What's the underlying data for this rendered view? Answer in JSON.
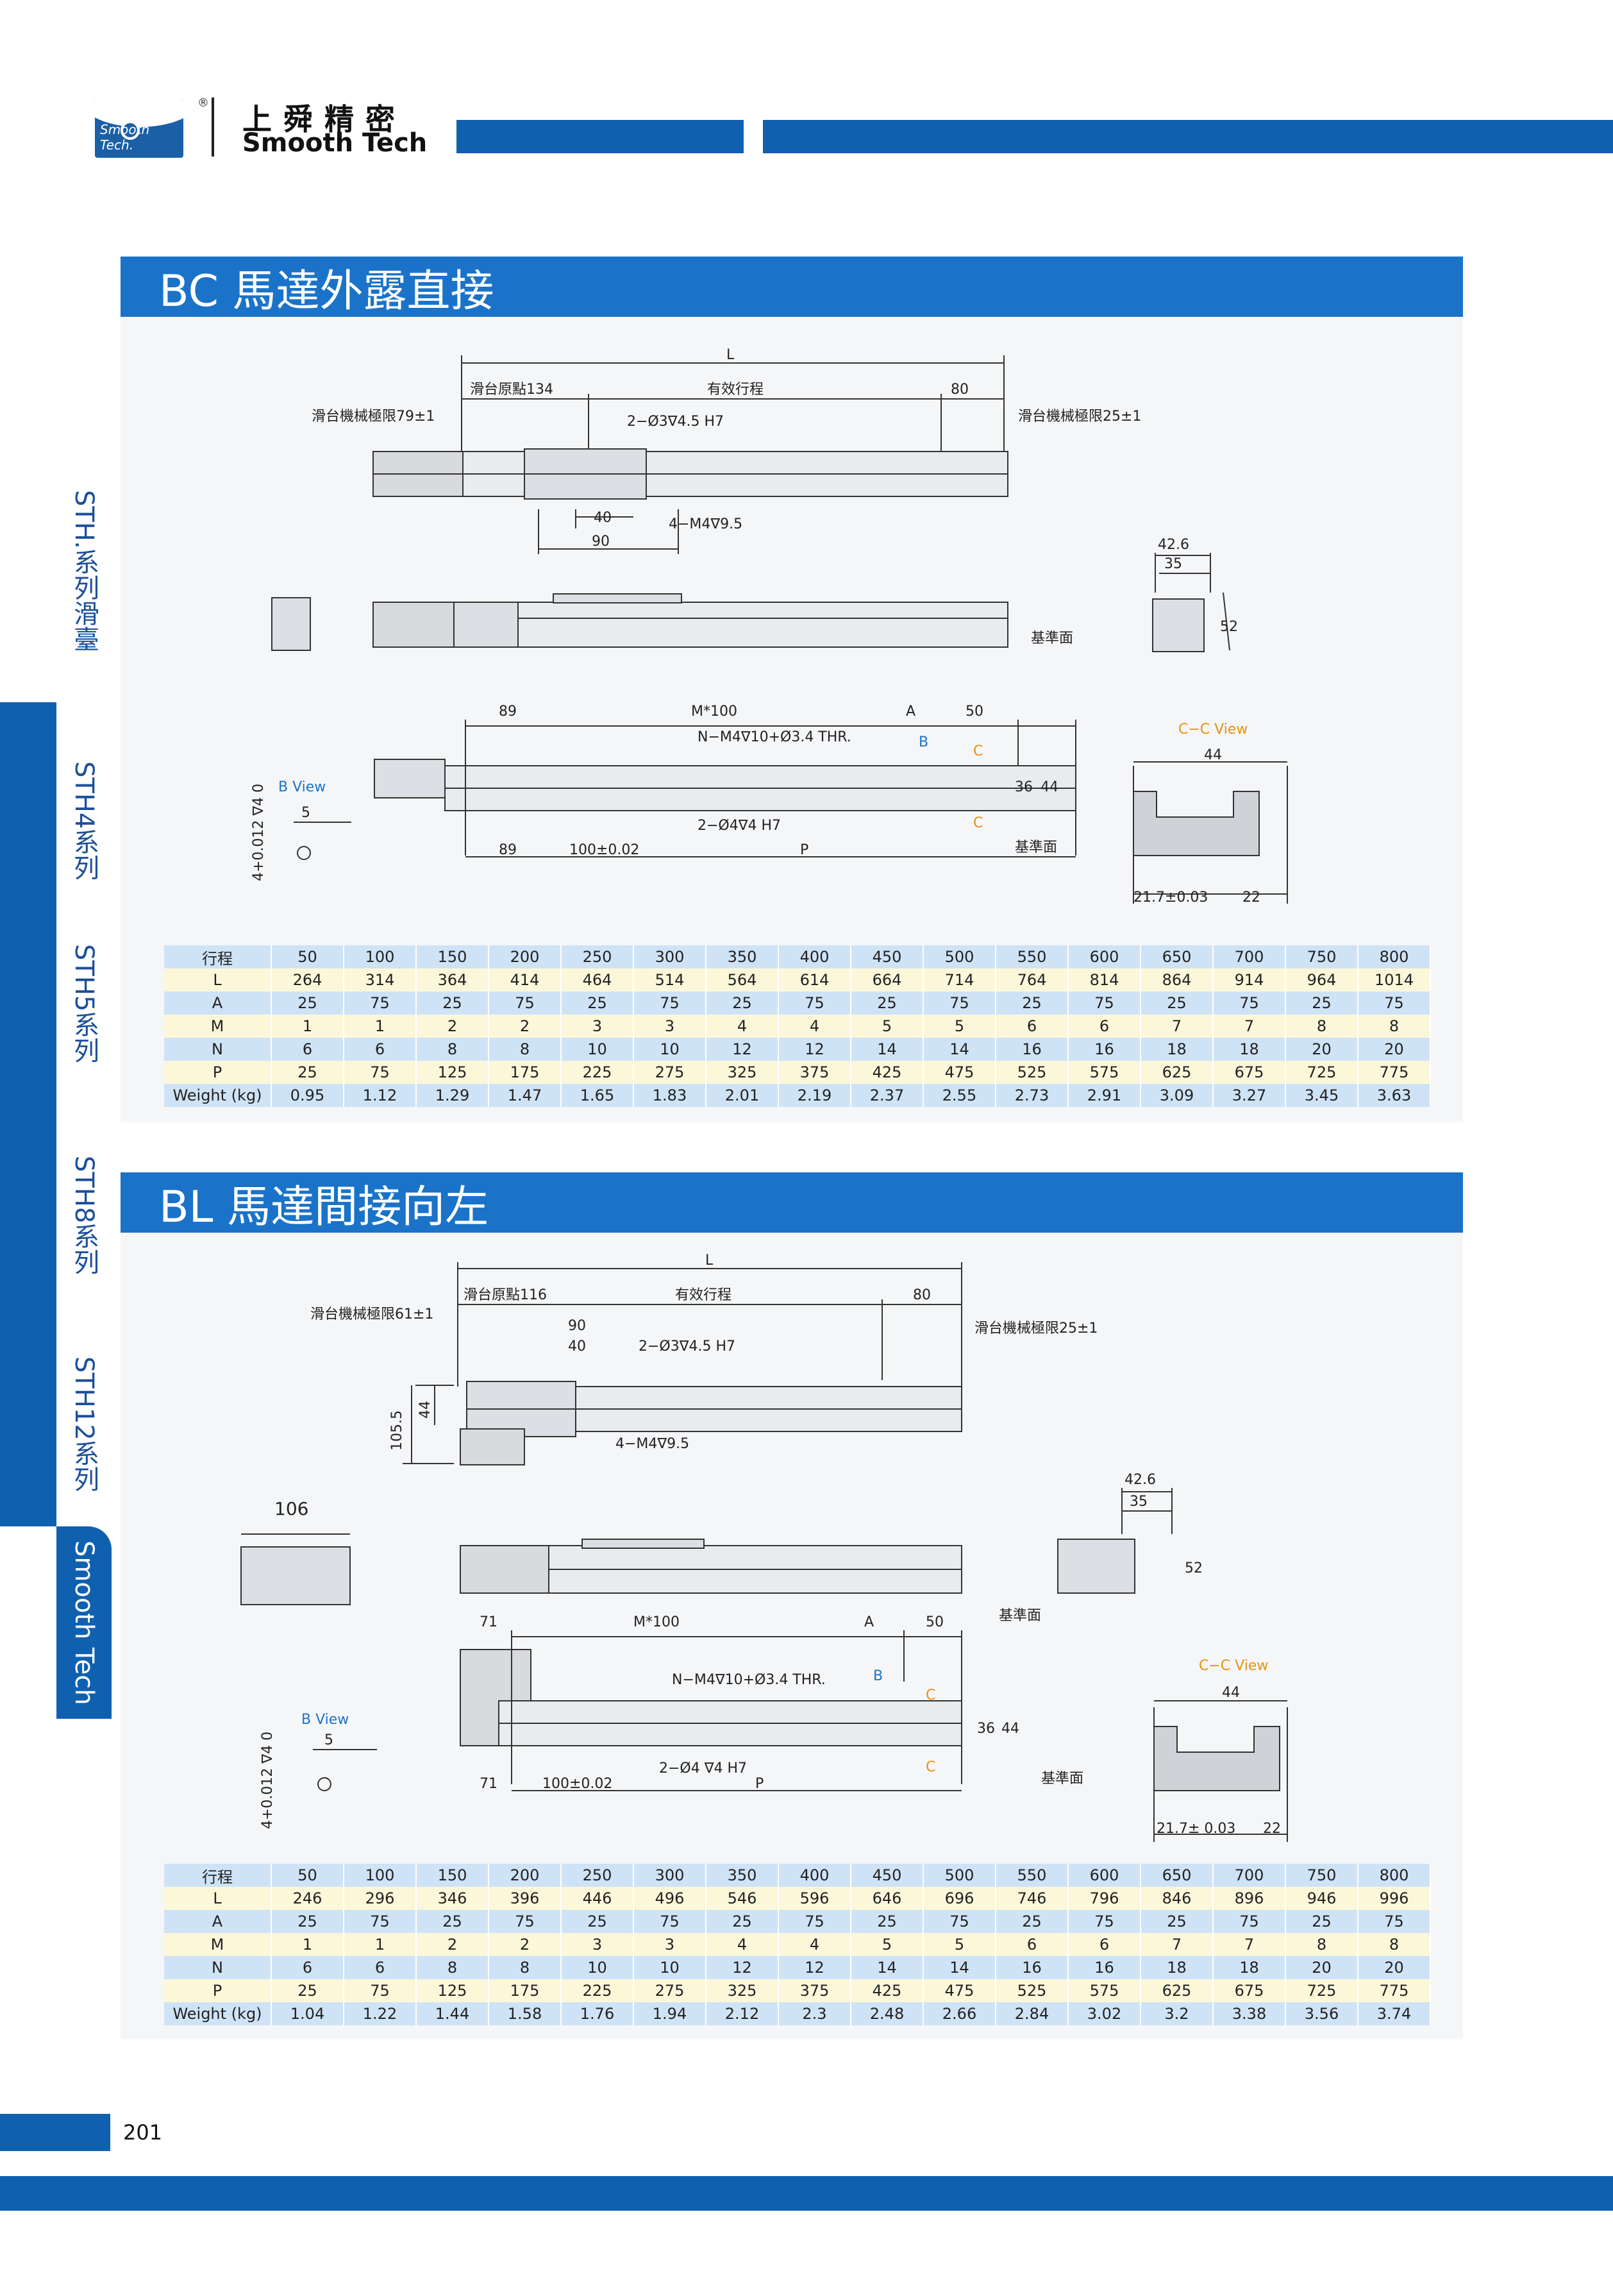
{
  "header": {
    "logo_text": "Smooth Tech.",
    "registered": "®",
    "brand_cn": "上舜精密",
    "brand_en": "Smooth Tech"
  },
  "sidebar": {
    "items": [
      {
        "label": "STH.系列滑臺"
      },
      {
        "label": "STH4系列"
      },
      {
        "label": "STH5系列"
      },
      {
        "label": "STH8系列"
      },
      {
        "label": "STH12系列"
      },
      {
        "label": "Smooth Tech"
      }
    ]
  },
  "sections": {
    "bc": {
      "title": "BC  馬達外露直接",
      "labels": {
        "L": "L",
        "origin": "滑台原點134",
        "stroke": "有效行程",
        "end": "80",
        "limit_left": "滑台機械極限79±1",
        "limit_right": "滑台機械極限25±1",
        "pin_hole": "2−Ø3∇4.5 H7",
        "d40": "40",
        "d90": "90",
        "tap": "4−M4∇9.5",
        "d426": "42.6",
        "d35": "35",
        "d52": "52",
        "datum": "基準面",
        "d89a": "89",
        "m100": "M*100",
        "A": "A",
        "d50": "50",
        "thr": "N−M4∇10+Ø3.4 THR.",
        "b": "B",
        "c": "C",
        "d36": "36",
        "d44": "44",
        "pin2": "2−Ø4∇4  H7",
        "d89b": "89",
        "pitch": "100±0.02",
        "P": "P",
        "bview": "B View",
        "d5": "5",
        "tol": "4+0.012 ∇4\n0",
        "ccview": "C−C View",
        "d44b": "44",
        "d217": "21.7±0.03",
        "d22": "22"
      },
      "table": {
        "header": "行程",
        "rows": [
          {
            "label": "行程",
            "values": [
              "50",
              "100",
              "150",
              "200",
              "250",
              "300",
              "350",
              "400",
              "450",
              "500",
              "550",
              "600",
              "650",
              "700",
              "750",
              "800"
            ]
          },
          {
            "label": "L",
            "values": [
              "264",
              "314",
              "364",
              "414",
              "464",
              "514",
              "564",
              "614",
              "664",
              "714",
              "764",
              "814",
              "864",
              "914",
              "964",
              "1014"
            ]
          },
          {
            "label": "A",
            "values": [
              "25",
              "75",
              "25",
              "75",
              "25",
              "75",
              "25",
              "75",
              "25",
              "75",
              "25",
              "75",
              "25",
              "75",
              "25",
              "75"
            ]
          },
          {
            "label": "M",
            "values": [
              "1",
              "1",
              "2",
              "2",
              "3",
              "3",
              "4",
              "4",
              "5",
              "5",
              "6",
              "6",
              "7",
              "7",
              "8",
              "8"
            ]
          },
          {
            "label": "N",
            "values": [
              "6",
              "6",
              "8",
              "8",
              "10",
              "10",
              "12",
              "12",
              "14",
              "14",
              "16",
              "16",
              "18",
              "18",
              "20",
              "20"
            ]
          },
          {
            "label": "P",
            "values": [
              "25",
              "75",
              "125",
              "175",
              "225",
              "275",
              "325",
              "375",
              "425",
              "475",
              "525",
              "575",
              "625",
              "675",
              "725",
              "775"
            ]
          },
          {
            "label": "Weight (kg)",
            "values": [
              "0.95",
              "1.12",
              "1.29",
              "1.47",
              "1.65",
              "1.83",
              "2.01",
              "2.19",
              "2.37",
              "2.55",
              "2.73",
              "2.91",
              "3.09",
              "3.27",
              "3.45",
              "3.63"
            ]
          }
        ]
      }
    },
    "bl": {
      "title": "BL  馬達間接向左",
      "labels": {
        "L": "L",
        "origin": "滑台原點116",
        "stroke": "有效行程",
        "end": "80",
        "limit_left": "滑台機械極限61±1",
        "limit_right": "滑台機械極限25±1",
        "d90": "90",
        "d40": "40",
        "pin_hole": "2−Ø3∇4.5 H7",
        "tap": "4−M4∇9.5",
        "d1055": "105.5",
        "d44": "44",
        "d106": "106",
        "d426": "42.6",
        "d35": "35",
        "d52": "52",
        "datum": "基準面",
        "d71a": "71",
        "m100": "M*100",
        "A": "A",
        "d50": "50",
        "thr": "N−M4∇10+Ø3.4 THR.",
        "b": "B",
        "c": "C",
        "d36": "36",
        "d44b": "44",
        "pin2": "2−Ø4 ∇4  H7",
        "d71b": "71",
        "pitch": "100±0.02",
        "P": "P",
        "bview": "B View",
        "d5": "5",
        "tol": "4+0.012 ∇4\n0",
        "ccview": "C−C View",
        "d44c": "44",
        "d217": "21.7± 0.03",
        "d22": "22"
      },
      "table": {
        "rows": [
          {
            "label": "行程",
            "values": [
              "50",
              "100",
              "150",
              "200",
              "250",
              "300",
              "350",
              "400",
              "450",
              "500",
              "550",
              "600",
              "650",
              "700",
              "750",
              "800"
            ]
          },
          {
            "label": "L",
            "values": [
              "246",
              "296",
              "346",
              "396",
              "446",
              "496",
              "546",
              "596",
              "646",
              "696",
              "746",
              "796",
              "846",
              "896",
              "946",
              "996"
            ]
          },
          {
            "label": "A",
            "values": [
              "25",
              "75",
              "25",
              "75",
              "25",
              "75",
              "25",
              "75",
              "25",
              "75",
              "25",
              "75",
              "25",
              "75",
              "25",
              "75"
            ]
          },
          {
            "label": "M",
            "values": [
              "1",
              "1",
              "2",
              "2",
              "3",
              "3",
              "4",
              "4",
              "5",
              "5",
              "6",
              "6",
              "7",
              "7",
              "8",
              "8"
            ]
          },
          {
            "label": "N",
            "values": [
              "6",
              "6",
              "8",
              "8",
              "10",
              "10",
              "12",
              "12",
              "14",
              "14",
              "16",
              "16",
              "18",
              "18",
              "20",
              "20"
            ]
          },
          {
            "label": "P",
            "values": [
              "25",
              "75",
              "125",
              "175",
              "225",
              "275",
              "325",
              "375",
              "425",
              "475",
              "525",
              "575",
              "625",
              "675",
              "725",
              "775"
            ]
          },
          {
            "label": "Weight (kg)",
            "values": [
              "1.04",
              "1.22",
              "1.44",
              "1.58",
              "1.76",
              "1.94",
              "2.12",
              "2.3",
              "2.48",
              "2.66",
              "2.84",
              "3.02",
              "3.2",
              "3.38",
              "3.56",
              "3.74"
            ]
          }
        ]
      }
    }
  },
  "footer": {
    "page_number": "201"
  },
  "colors": {
    "brand_blue": "#1060b0",
    "title_blue": "#1a73c8",
    "accent_orange": "#e8920c",
    "row_blue": "#cfe3f6",
    "row_yellow": "#fdf7da"
  }
}
